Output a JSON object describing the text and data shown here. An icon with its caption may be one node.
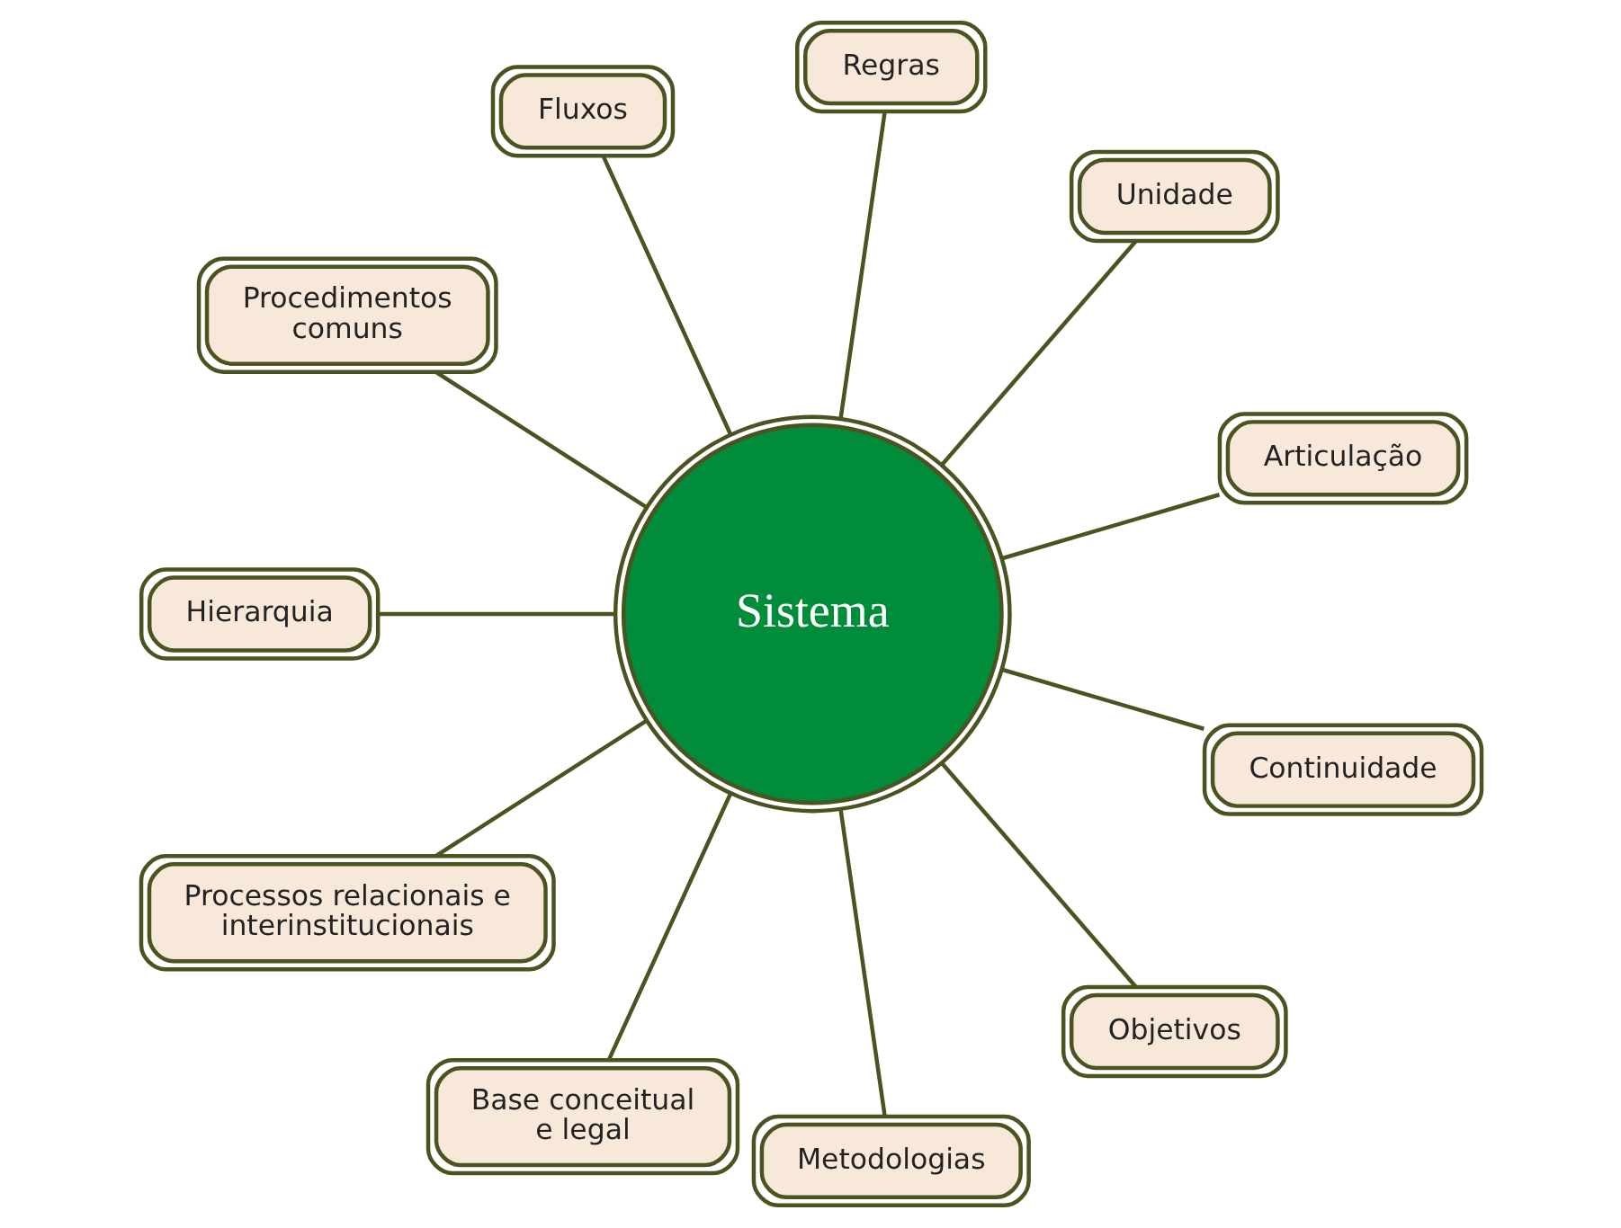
{
  "diagram": {
    "nodes": [
      {
        "text": [
          "Sistema"
        ]
      },
      {
        "text": [
          "Articulação"
        ]
      },
      {
        "text": [
          "Unidade"
        ]
      },
      {
        "text": [
          "Regras"
        ]
      },
      {
        "text": [
          "Fluxos"
        ]
      },
      {
        "text": [
          "Procedimentos comuns"
        ]
      },
      {
        "text": [
          "Hierarquia"
        ]
      },
      {
        "text": [
          "Processos relacionais e interinstitucionais"
        ]
      },
      {
        "text": [
          "Base conceitual e legal"
        ]
      },
      {
        "text": [
          "Metodologias"
        ]
      },
      {
        "text": [
          "Objetivos"
        ]
      },
      {
        "text": [
          "Continuidade"
        ]
      }
    ],
    "edges": [
      {
        "from": 0,
        "to": 1,
        "arrow": "none"
      },
      {
        "from": 0,
        "to": 2,
        "arrow": "none"
      },
      {
        "from": 0,
        "to": 3,
        "arrow": "none"
      },
      {
        "from": 0,
        "to": 4,
        "arrow": "none"
      },
      {
        "from": 0,
        "to": 5,
        "arrow": "none"
      },
      {
        "from": 0,
        "to": 6,
        "arrow": "none"
      },
      {
        "from": 0,
        "to": 7,
        "arrow": "none"
      },
      {
        "from": 0,
        "to": 8,
        "arrow": "none"
      },
      {
        "from": 0,
        "to": 9,
        "arrow": "none"
      },
      {
        "from": 0,
        "to": 10,
        "arrow": "none"
      },
      {
        "from": 0,
        "to": 11,
        "arrow": "none"
      }
    ]
  }
}
